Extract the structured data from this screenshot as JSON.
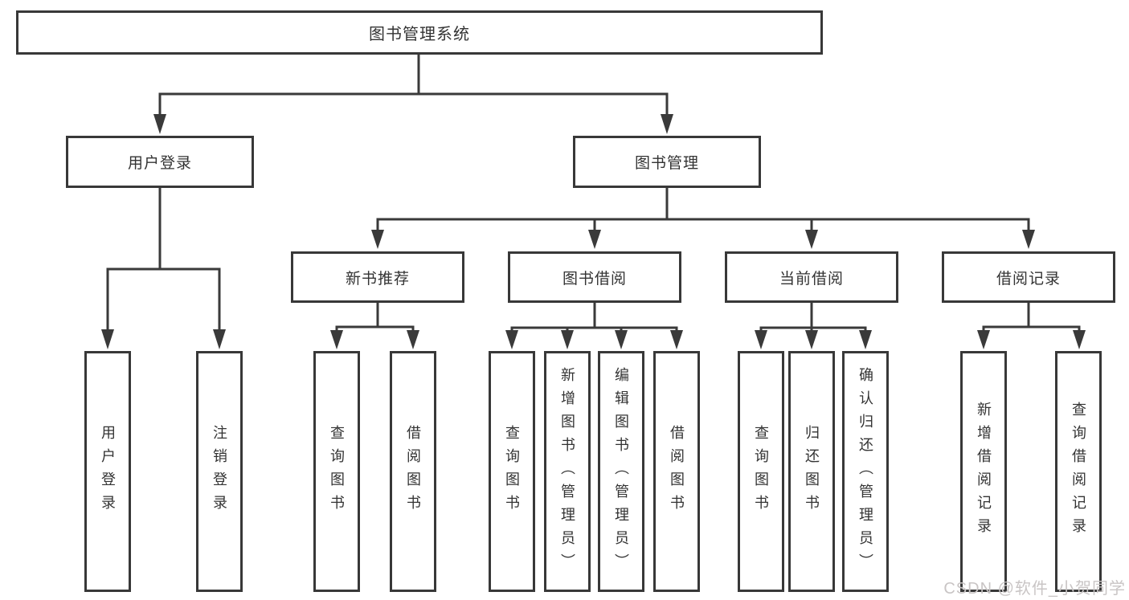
{
  "tree": {
    "label": "图书管理系统",
    "children": [
      {
        "label": "用户登录",
        "children": [
          {
            "label": "用户登录"
          },
          {
            "label": "注销登录"
          }
        ]
      },
      {
        "label": "图书管理",
        "children": [
          {
            "label": "新书推荐",
            "children": [
              {
                "label": "查询图书"
              },
              {
                "label": "借阅图书"
              }
            ]
          },
          {
            "label": "图书借阅",
            "children": [
              {
                "label": "查询图书"
              },
              {
                "label": "新增图书（管理员）"
              },
              {
                "label": "编辑图书（管理员）"
              },
              {
                "label": "借阅图书"
              }
            ]
          },
          {
            "label": "当前借阅",
            "children": [
              {
                "label": "查询图书"
              },
              {
                "label": "归还图书"
              },
              {
                "label": "确认归还（管理员）"
              }
            ]
          },
          {
            "label": "借阅记录",
            "children": [
              {
                "label": "新增借阅记录"
              },
              {
                "label": "查询借阅记录"
              }
            ]
          }
        ]
      }
    ]
  },
  "watermark": "CSDN @软件_小贺同学",
  "colors": {
    "line": "#3a3a3a",
    "border": "#383838",
    "text": "#333333",
    "watermark": "#c9c5c5",
    "background": "#ffffff"
  }
}
